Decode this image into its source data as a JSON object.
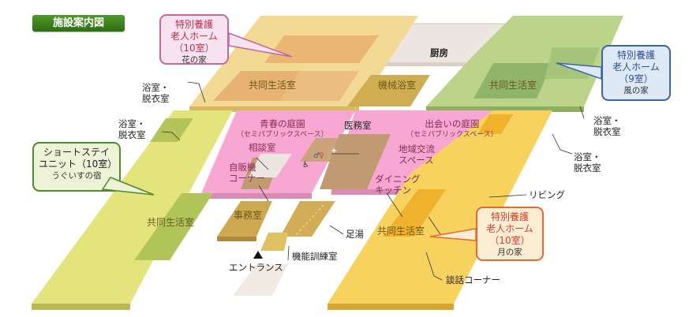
{
  "title": "施設案内図",
  "callouts": {
    "hana": {
      "line1": "特別養護",
      "line2": "老人ホーム",
      "line3": "（10室）",
      "name": "花の家",
      "color": "#c0304c"
    },
    "kaze": {
      "line1": "特別養護",
      "line2": "老人ホーム",
      "line3": "（9室）",
      "name": "風の家",
      "color": "#2e4f96"
    },
    "tsuki": {
      "line1": "特別養護",
      "line2": "老人ホーム",
      "line3": "（10室）",
      "name": "月の家",
      "color": "#d3402a"
    },
    "uguisu": {
      "line1": "ショートステイ",
      "line2": "ユニット（10室）",
      "name": "うぐいすの宿",
      "color": "#4f8a2c"
    }
  },
  "rooms": {
    "kitchen": "厨房",
    "machine_bath": "機械浴室",
    "living_hana": "共同生活室",
    "living_kaze": "共同生活室",
    "living_uguisu": "共同生活室",
    "living_tsuki": "共同生活室",
    "office": "事務室",
    "garden_youth": "青春の庭園",
    "garden_youth_sub": "（セミパブリックスペース）",
    "garden_meet": "出会いの庭園",
    "garden_meet_sub": "（セミパブリックスペース）",
    "medical": "医務室",
    "consult": "相談室",
    "community_1": "地域交流",
    "community_2": "スペース",
    "dining_1": "ダイニング",
    "dining_2": "キッチン",
    "vending_1": "自販機",
    "vending_2": "コーナー",
    "foot_bath": "足湯",
    "rehab": "機能訓練室",
    "entrance": "エントランス",
    "living_room": "リビング",
    "chat_corner": "談話コーナー"
  },
  "bath_labels": [
    {
      "line1": "浴室・",
      "line2": "脱衣室"
    },
    {
      "line1": "浴室・",
      "line2": "脱衣室"
    },
    {
      "line1": "浴室・",
      "line2": "脱衣室"
    },
    {
      "line1": "浴室・",
      "line2": "脱衣室"
    }
  ],
  "colors": {
    "hana_unit": "#f4d99a",
    "kaze_unit": "#b8cf86",
    "uguisu_unit": "#e2e37a",
    "tsuki_unit": "#f7cf55",
    "garden_pink": "#f7a9d3",
    "center_brown": "#c9a47c",
    "kitchen_gray": "#eae3de",
    "title_green": "#3c7d1d"
  }
}
